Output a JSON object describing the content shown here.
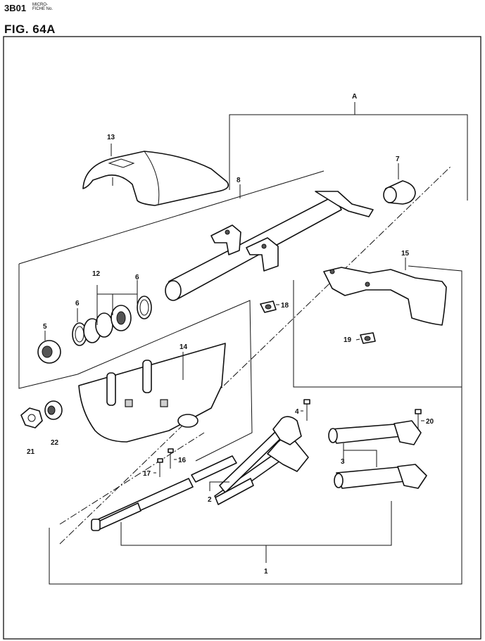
{
  "header": {
    "code": "3B01",
    "microfiche_line1": "MICRO-",
    "microfiche_line2": "FICHE No.",
    "figure": "FIG. 64A"
  },
  "callouts": {
    "A": "A",
    "p1": "1",
    "p2": "2",
    "p3": "3",
    "p4": "4",
    "p5": "5",
    "p6a": "6",
    "p6b": "6",
    "p7": "7",
    "p8": "8",
    "p12": "12",
    "p13": "13",
    "p14": "14",
    "p15": "15",
    "p16": "16",
    "p17": "17",
    "p18": "18",
    "p19": "19",
    "p20": "20",
    "p21": "21",
    "p22": "22"
  }
}
